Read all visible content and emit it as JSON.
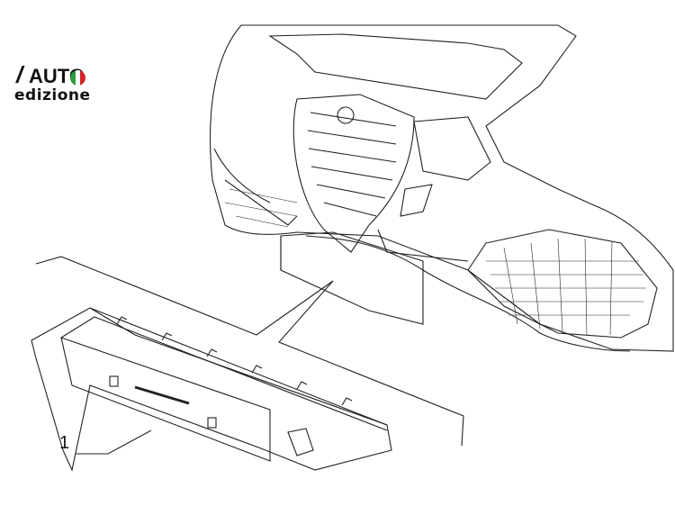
{
  "logo": {
    "text": "AUTO",
    "prefix": "/",
    "subtitle": "edizione",
    "flag_colors": [
      "#2e9a3e",
      "#ffffff",
      "#d3232a"
    ]
  },
  "callout": {
    "label": "1"
  }
}
